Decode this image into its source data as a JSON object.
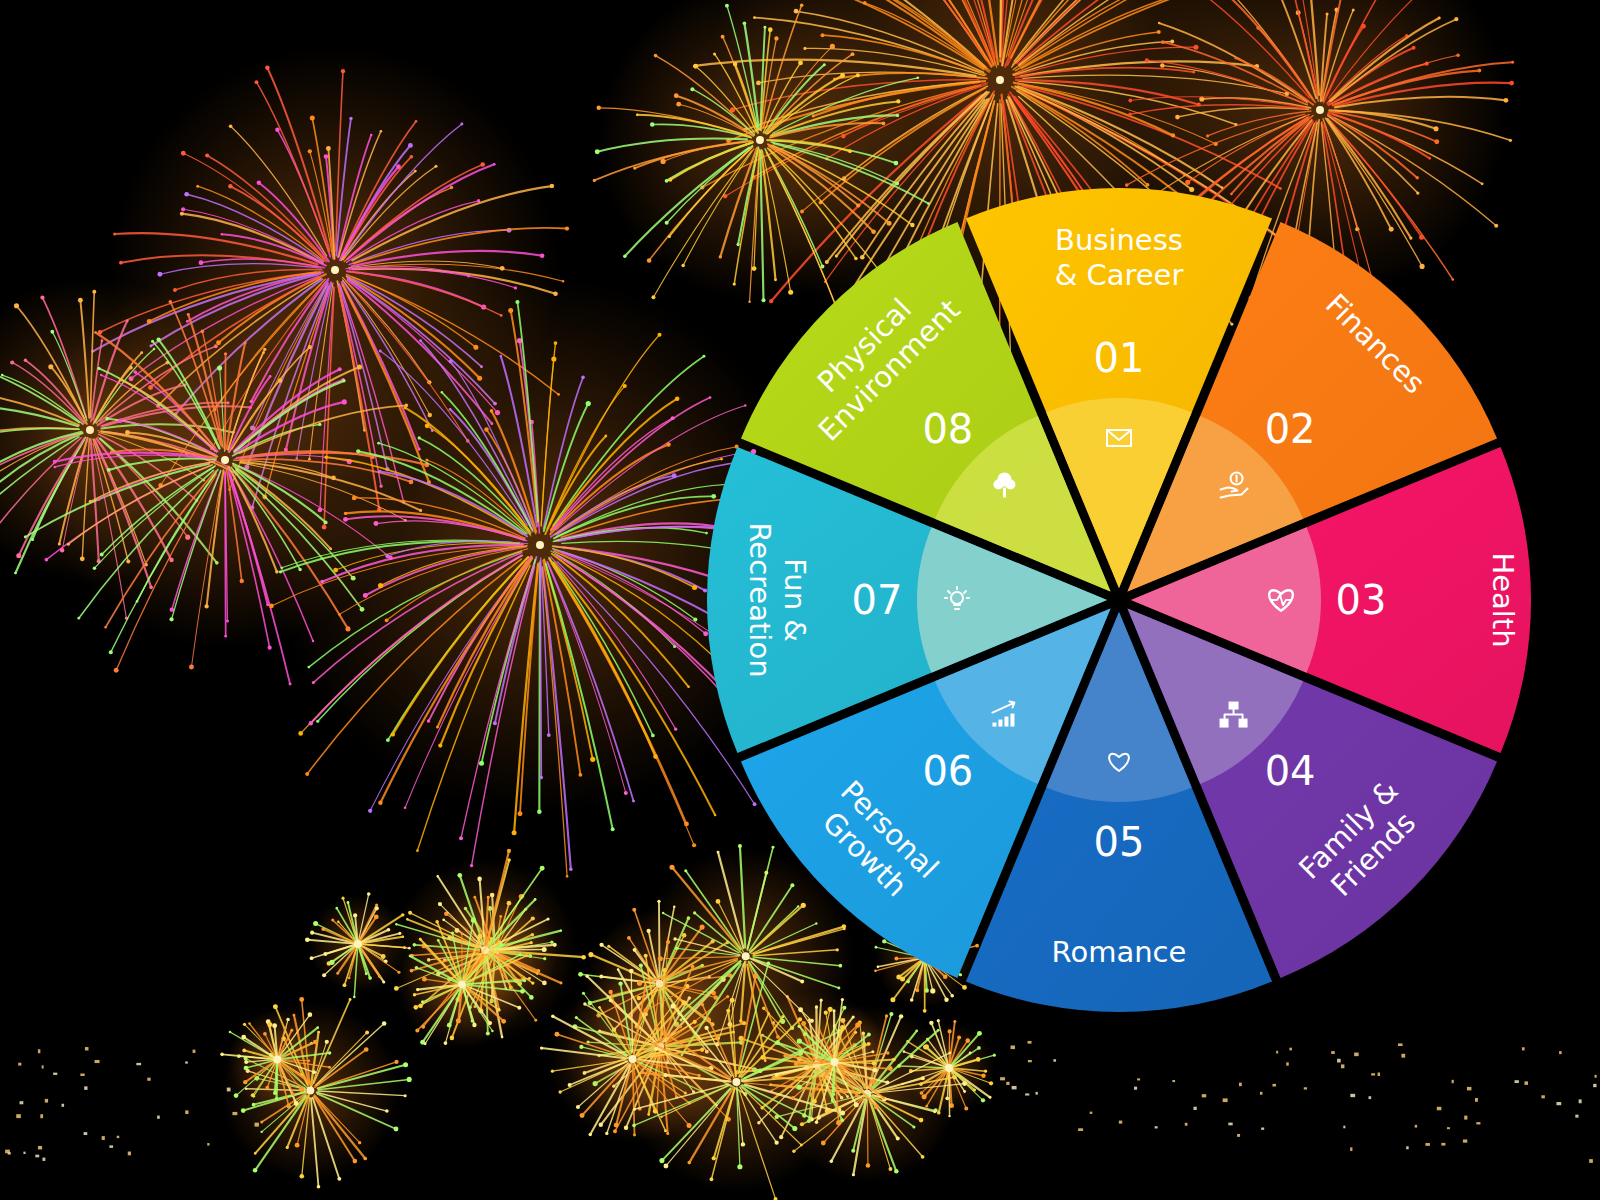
{
  "diagram": {
    "nodes": [
      {
        "text": [
          "Business & Career",
          "01"
        ]
      },
      {
        "text": [
          "Finances",
          "02"
        ]
      },
      {
        "text": [
          "Health",
          "03"
        ]
      },
      {
        "text": [
          "Family & Friends",
          "04"
        ]
      },
      {
        "text": [
          "Romance",
          "05"
        ]
      },
      {
        "text": [
          "Personal Growth",
          "06"
        ]
      },
      {
        "text": [
          "Fun & Recreation",
          "07"
        ]
      },
      {
        "text": [
          "Physical Environment",
          "08"
        ]
      }
    ]
  }
}
